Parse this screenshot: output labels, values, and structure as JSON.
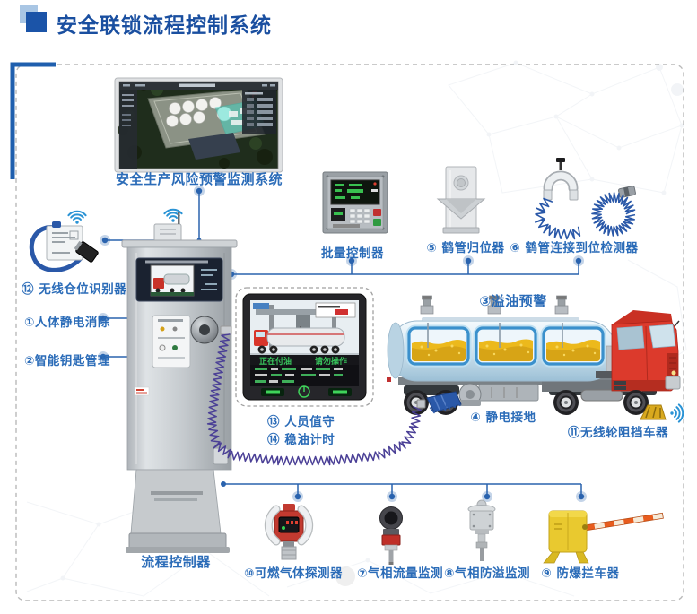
{
  "header": {
    "title": "安全联锁流程控制系统"
  },
  "monitor": {
    "caption": "安全生产风险预警监测系统"
  },
  "labels": {
    "batch_controller": "批量控制器",
    "arm_homing": "⑤ 鹤管归位器",
    "arm_connect": "⑥ 鹤管连接到位检测器",
    "bin_id": "⑫ 无线仓位识别器",
    "body_static": "①人体静电消除",
    "key_mgmt": "②智能钥匙管理",
    "spill_warning": "③溢油预警",
    "grounding": "④ 静电接地",
    "wheel_chock": "⑪无线轮阻挡车器",
    "personnel": "⑬ 人员值守",
    "oil_timer": "⑭ 稳油计时",
    "process_controller": "流程控制器",
    "gas_detector": "⑩可燃气体探测器",
    "vapor_flow": "⑦气相流量监测",
    "vapor_overflow": "⑧气相防溢监测",
    "barrier": "⑨ 防爆拦车器"
  },
  "tablet": {
    "status_left": "正在付油",
    "status_right": "请勿操作"
  },
  "colors": {
    "accent_blue": "#1b54a8",
    "label_blue": "#2b6cb8",
    "line_blue": "#2a63ae",
    "wifi_blue": "#2a93d5",
    "truck_red": "#dc3a2c",
    "oil_yellow": "#ecb91c",
    "cable_purple": "#4a3f96",
    "cable_blue": "#2a58a8",
    "barrier_yellow": "#e9c92f"
  }
}
